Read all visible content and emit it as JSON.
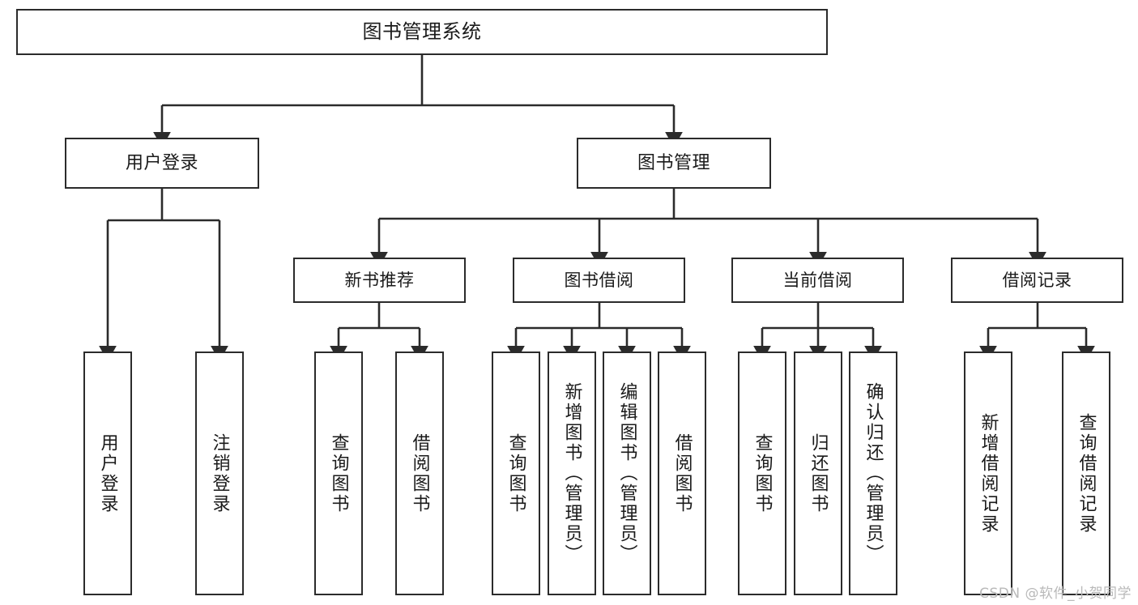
{
  "diagram": {
    "title": "图书管理系统",
    "type": "tree",
    "watermark": "CSDN @软件_小贺同学",
    "colors": {
      "stroke": "#2b2b2b",
      "fill": "#ffffff",
      "text": "#1a1a1a",
      "watermark": "#b9b9b9"
    },
    "nodes": {
      "root": {
        "label": "图书管理系统"
      },
      "user_login": {
        "label": "用户登录"
      },
      "book_manage": {
        "label": "图书管理"
      },
      "new_book_rec": {
        "label": "新书推荐"
      },
      "book_borrow": {
        "label": "图书借阅"
      },
      "current_borrow": {
        "label": "当前借阅"
      },
      "borrow_record": {
        "label": "借阅记录"
      },
      "leaf_user_login": {
        "label": "用户登录"
      },
      "leaf_logout": {
        "label": "注销登录"
      },
      "leaf_query_book_1": {
        "label": "查询图书"
      },
      "leaf_borrow_book_1": {
        "label": "借阅图书"
      },
      "leaf_query_book_2": {
        "label": "查询图书"
      },
      "leaf_add_book": {
        "label": "新增图书（管理员）"
      },
      "leaf_edit_book": {
        "label": "编辑图书（管理员）"
      },
      "leaf_borrow_book_2": {
        "label": "借阅图书"
      },
      "leaf_query_book_3": {
        "label": "查询图书"
      },
      "leaf_return_book": {
        "label": "归还图书"
      },
      "leaf_confirm_return": {
        "label": "确认归还（管理员）"
      },
      "leaf_add_record": {
        "label": "新增借阅记录"
      },
      "leaf_query_record": {
        "label": "查询借阅记录"
      }
    }
  }
}
